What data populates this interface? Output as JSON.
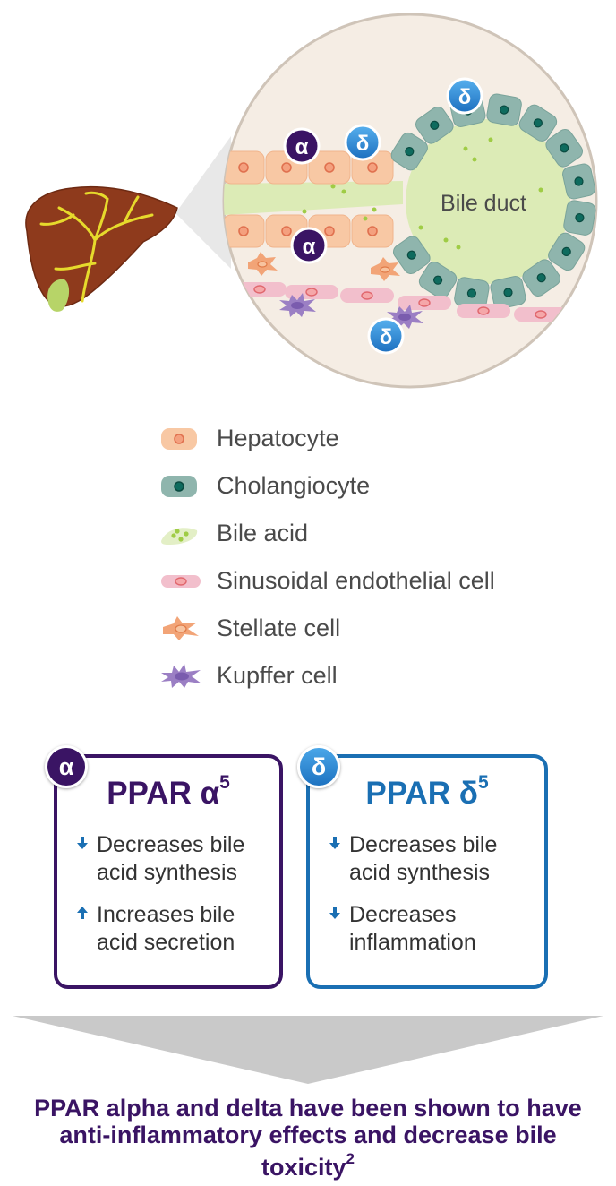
{
  "illustration": {
    "bile_duct_label": "Bile duct",
    "badge_alpha": "α",
    "badge_delta": "δ"
  },
  "legend": [
    {
      "icon": "hepatocyte-icon",
      "label": "Hepatocyte"
    },
    {
      "icon": "cholangiocyte-icon",
      "label": "Cholangiocyte"
    },
    {
      "icon": "bile-acid-icon",
      "label": "Bile acid"
    },
    {
      "icon": "sinusoidal-cell-icon",
      "label": "Sinusoidal endothelial cell"
    },
    {
      "icon": "stellate-cell-icon",
      "label": "Stellate cell"
    },
    {
      "icon": "kupffer-cell-icon",
      "label": "Kupffer cell"
    }
  ],
  "boxes": {
    "alpha": {
      "badge": "α",
      "title": "PPAR α",
      "sup": "5",
      "color": "#3a1464",
      "bullets": [
        {
          "direction": "down",
          "text": "Decreases bile acid synthesis"
        },
        {
          "direction": "up",
          "text": "Increases bile acid secretion"
        }
      ]
    },
    "delta": {
      "badge": "δ",
      "title": "PPAR δ",
      "sup": "5",
      "color": "#1a6fb3",
      "bullets": [
        {
          "direction": "down",
          "text": "Decreases bile acid synthesis"
        },
        {
          "direction": "down",
          "text": "Decreases inflammation"
        }
      ]
    }
  },
  "conclusion": {
    "text": "PPAR alpha and delta have been shown to have anti-inflammatory effects and decrease bile toxicity",
    "sup": "2"
  },
  "colors": {
    "hepatocyte": "#f8c8a4",
    "cholangiocyte": "#8fb5ad",
    "bile": "#d7eaa8",
    "sinusoid": "#f2bfcc",
    "stellate": "#f2a477",
    "kupffer": "#9b7fc4",
    "alpha": "#3a1464",
    "delta": "#1a6fb3",
    "liver": "#8e3a1c"
  }
}
